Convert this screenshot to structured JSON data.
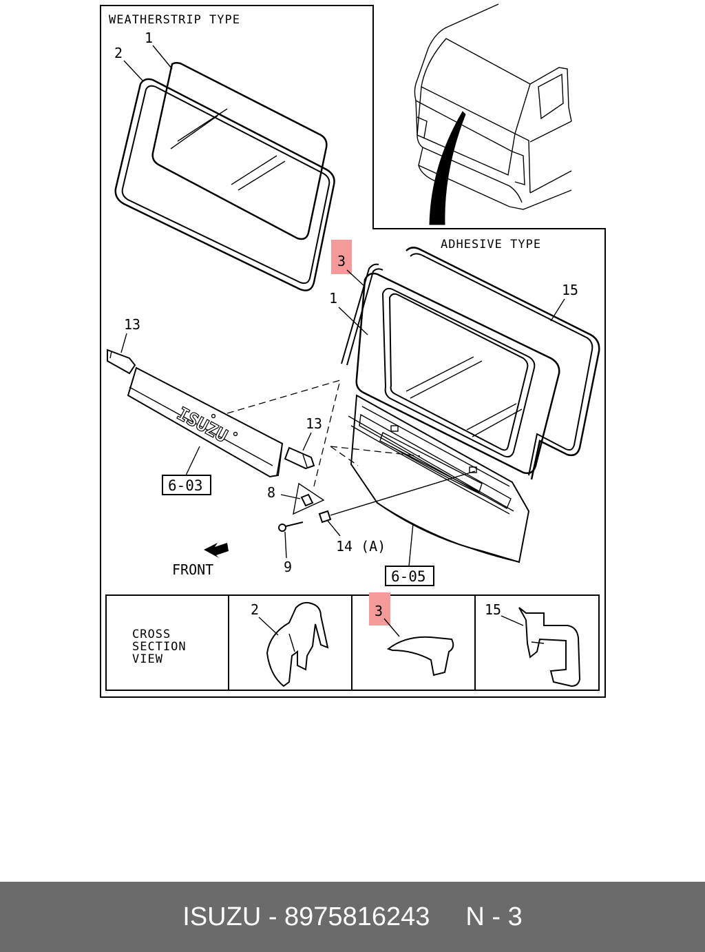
{
  "diagram": {
    "weatherstrip_title": "WEATHERSTRIP TYPE",
    "adhesive_title": "ADHESIVE TYPE",
    "front_label": "FRONT",
    "callouts": {
      "ws_1": "1",
      "ws_2": "2",
      "ad_3": "3",
      "ad_1": "1",
      "ad_15": "15",
      "c13_left": "13",
      "c13_right": "13",
      "c8": "8",
      "c9": "9",
      "c14": "14 (A)"
    },
    "ref_boxes": {
      "ref_603": "6-03",
      "ref_605": "6-05"
    },
    "emblem_text": "ISUZU",
    "cross_section": {
      "title_line1": "CROSS",
      "title_line2": "SECTION",
      "title_line3": "VIEW",
      "cell_2": "2",
      "cell_3": "3",
      "cell_15": "15"
    },
    "highlight_color": "#f49a9a"
  },
  "footer": {
    "brand_part": "ISUZU - 8975816243",
    "code": "N - 3"
  }
}
